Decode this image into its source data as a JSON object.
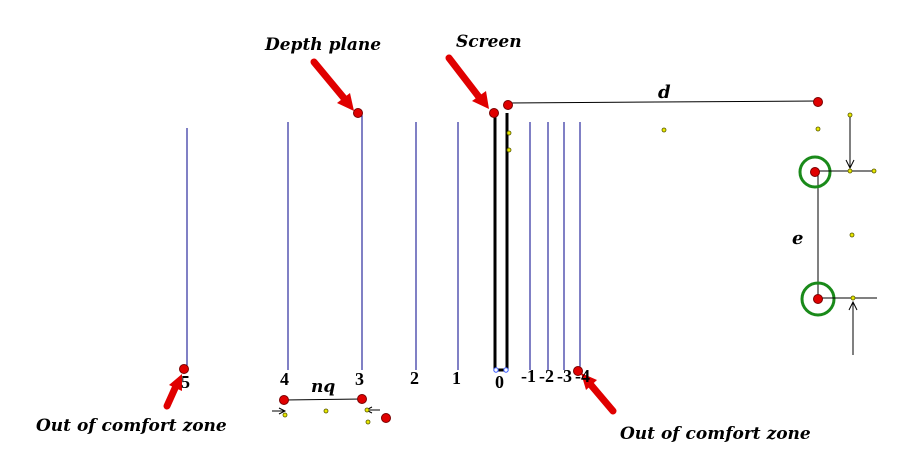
{
  "labels": {
    "depth_plane": "Depth plane",
    "screen": "Screen",
    "d": "d",
    "e": "e",
    "nq": "nq",
    "out_left": "Out of comfort zone",
    "out_right": "Out of comfort zone"
  },
  "plane_numbers": [
    "5",
    "4",
    "3",
    "2",
    "1",
    "0",
    "-1",
    "-2",
    "-3",
    "-4"
  ],
  "colors": {
    "plane_line": "#00008b",
    "point": "#e00000",
    "arrow": "#e00000",
    "eye_ring": "#1a8a1a",
    "handle": "#e8e800",
    "ink": "#000000"
  }
}
